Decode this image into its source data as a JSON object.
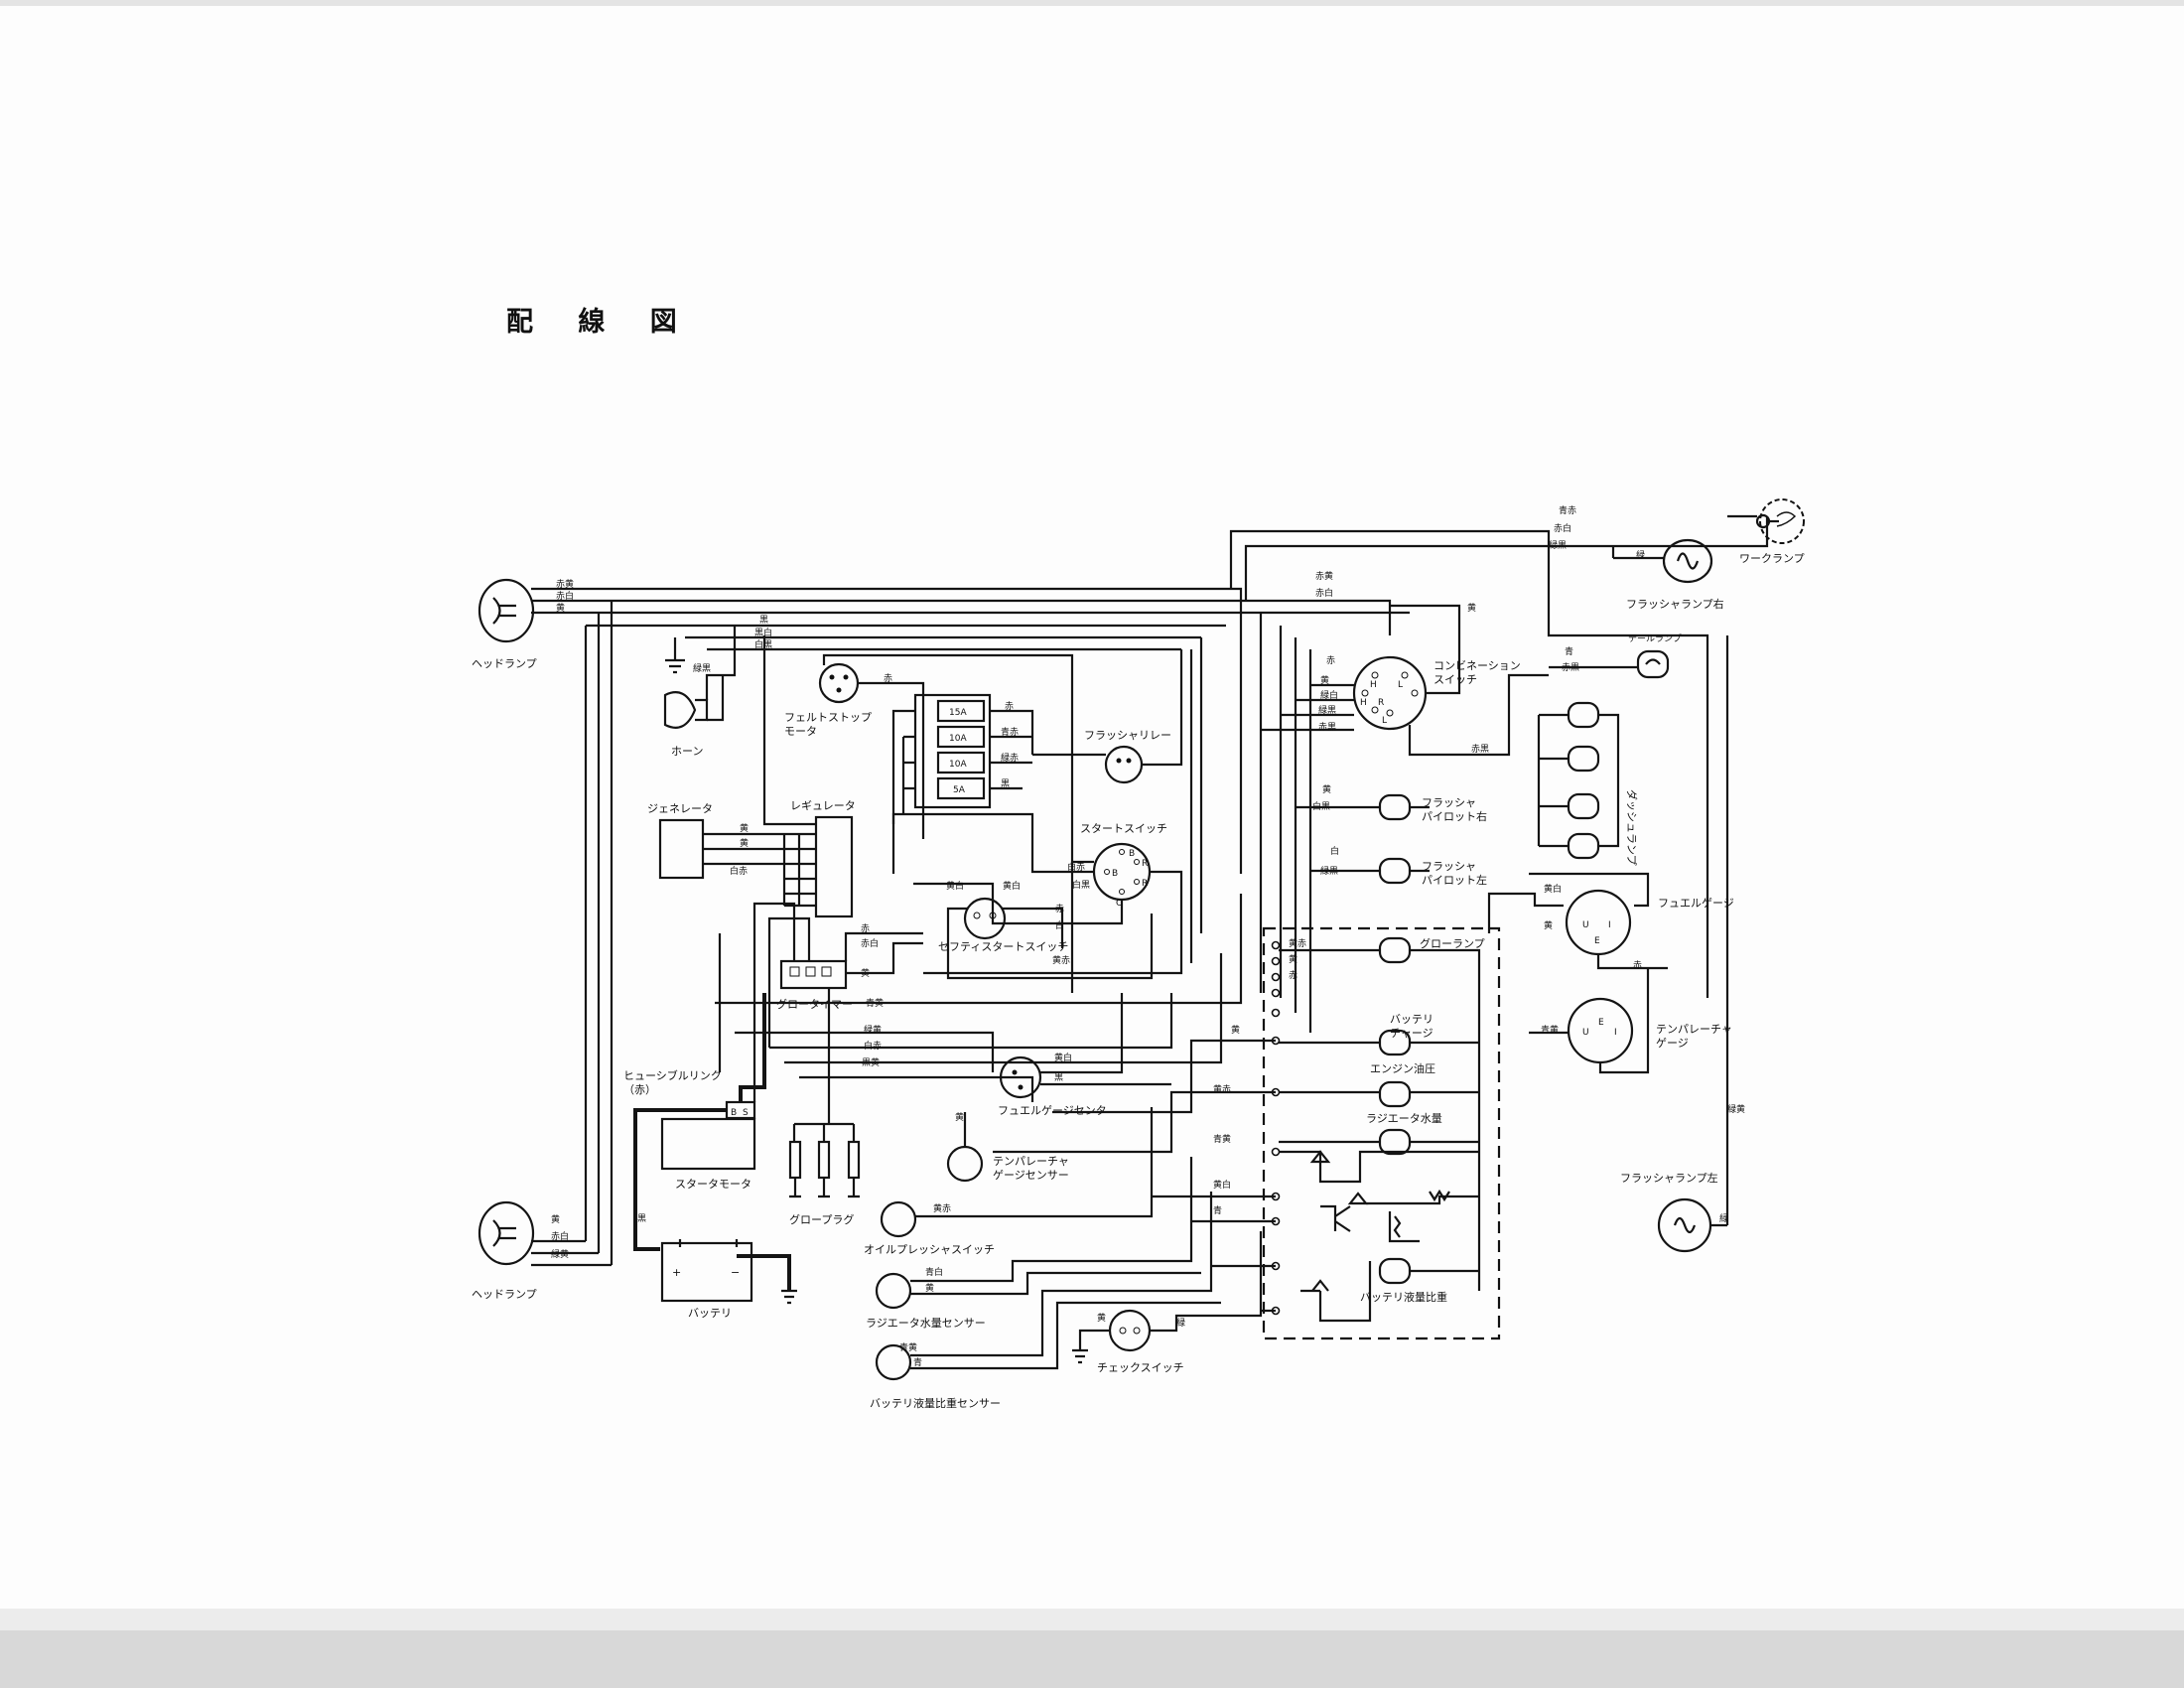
{
  "title": "配 線 図",
  "components": {
    "headlamp_top": "ヘッドランプ",
    "headlamp_bottom": "ヘッドランプ",
    "horn": "ホーン",
    "generator": "ジェネレータ",
    "regulator": "レギュレータ",
    "fuel_stop_motor": "フェルトストップ\nモータ",
    "flasher_relay": "フラッシャリレー",
    "start_switch": "スタートスイッチ",
    "safety_start_switch": "セフティスタートスイッチ",
    "glow_timer": "グロータイマー",
    "fusible_link": "ヒューシブルリンク\n（赤）",
    "starter_motor": "スタータモータ",
    "glow_plug": "グロープラグ",
    "battery": "バッテリ",
    "fuel_gauge_sender": "フュエルゲージセンタ",
    "temp_gauge_sensor": "テンパレーチャ\nゲージセンサー",
    "oil_pressure_switch": "オイルプレッシャスイッチ",
    "radiator_level_sensor": "ラジエータ水量センサー",
    "battery_level_sensor": "バッテリ液量比重センサー",
    "check_switch": "チェックスイッチ",
    "combination_switch": "コンビネーション\nスイッチ",
    "flasher_pilot_right": "フラッシャ\nパイロット右",
    "flasher_pilot_left": "フラッシャ\nパイロット左",
    "fuel_gauge": "フュエルゲージ",
    "temp_gauge": "テンパレーチャ\nゲージ",
    "flasher_lamp_right": "フラッシャランプ右",
    "flasher_lamp_left": "フラッシャランプ左",
    "work_lamp": "ワークランプ",
    "tail_lamp": "テールランプ",
    "dash_lamp": "ダッシュランプ",
    "glow_lamp": "グローランプ",
    "battery_charge": "バッテリ\nチャージ",
    "engine_oil_pressure": "エンジン油圧",
    "radiator_level": "ラジエータ水量",
    "battery_level": "バッテリ液量比重"
  },
  "fuses": [
    "15A",
    "10A",
    "10A",
    "5A"
  ],
  "terminals": {
    "start_switch": [
      "B",
      "R",
      "B",
      "R",
      "C"
    ],
    "combination_switch": [
      "H",
      "L",
      "H",
      "R",
      "L"
    ],
    "fusible_link": [
      "B",
      "S"
    ],
    "gauge": [
      "U",
      "I",
      "E"
    ],
    "battery": [
      "+",
      "−"
    ]
  },
  "wire_colors": {
    "red_yellow": "赤黄",
    "red_white": "赤白",
    "yellow": "黄",
    "black": "黒",
    "black_white": "黒白",
    "green_black": "緑黒",
    "green_white": "緑白",
    "white_black": "白黒",
    "white": "白",
    "white_red": "白赤",
    "red": "赤",
    "yellow_white": "黄白",
    "yellow_red": "黄赤",
    "green": "緑",
    "green_red": "緑赤",
    "green_yellow": "緑黄",
    "blue_red": "青赤",
    "black_yellow": "黒黄",
    "blue_yellow": "青黄",
    "blue_white": "青白",
    "blue": "青",
    "red_black": "赤黒"
  }
}
